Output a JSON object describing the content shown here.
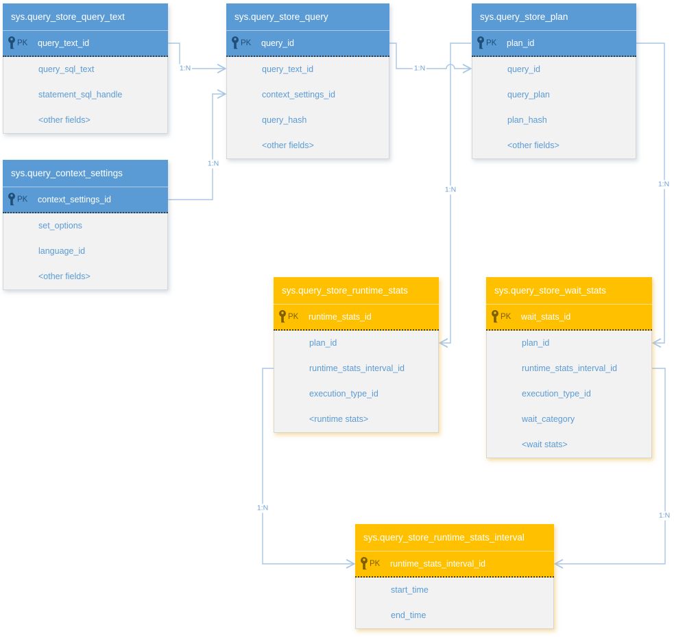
{
  "diagram": {
    "type": "entity-relationship",
    "subject": "SQL Server Query Store catalog views"
  },
  "colors": {
    "blue_header": "#5B9BD5",
    "orange_header": "#FFC000",
    "body_background": "#F2F2F2",
    "field_text": "#5B9BD5",
    "pk_text_on_blue": "#1F4E79",
    "pk_text_on_orange": "#7F6000",
    "connector_line": "#A8C6E6",
    "connector_label_text": "#6FA1D2"
  },
  "tables": [
    {
      "name": "sys.query_store_query_text",
      "theme": "blue",
      "pk_badge": "PK",
      "pk_field": "query_text_id",
      "fields": [
        "query_sql_text",
        "statement_sql_handle",
        "<other fields>"
      ]
    },
    {
      "name": "sys.query_store_query",
      "theme": "blue",
      "pk_badge": "PK",
      "pk_field": "query_id",
      "fields": [
        "query_text_id",
        "context_settings_id",
        "query_hash",
        "<other fields>"
      ]
    },
    {
      "name": "sys.query_store_plan",
      "theme": "blue",
      "pk_badge": "PK",
      "pk_field": "plan_id",
      "fields": [
        "query_id",
        "query_plan",
        "plan_hash",
        "<other fields>"
      ]
    },
    {
      "name": "sys.query_context_settings",
      "theme": "blue",
      "pk_badge": "PK",
      "pk_field": "context_settings_id",
      "fields": [
        "set_options",
        "language_id",
        "<other fields>"
      ]
    },
    {
      "name": "sys.query_store_runtime_stats",
      "theme": "orange",
      "pk_badge": "PK",
      "pk_field": "runtime_stats_id",
      "fields": [
        "plan_id",
        "runtime_stats_interval_id",
        "execution_type_id",
        "<runtime stats>"
      ]
    },
    {
      "name": "sys.query_store_wait_stats",
      "theme": "orange",
      "pk_badge": "PK",
      "pk_field": "wait_stats_id",
      "fields": [
        "plan_id",
        "runtime_stats_interval_id",
        "execution_type_id",
        "wait_category",
        "<wait stats>"
      ]
    },
    {
      "name": "sys.query_store_runtime_stats_interval",
      "theme": "orange",
      "pk_badge": "PK",
      "pk_field": "runtime_stats_interval_id",
      "fields": [
        "start_time",
        "end_time"
      ]
    }
  ],
  "connectors": [
    {
      "label": "1:N",
      "from": "sys.query_store_query_text.query_text_id",
      "to": "sys.query_store_query.query_text_id"
    },
    {
      "label": "1:N",
      "from": "sys.query_context_settings.context_settings_id",
      "to": "sys.query_store_query.context_settings_id"
    },
    {
      "label": "1:N",
      "from": "sys.query_store_query.query_id",
      "to": "sys.query_store_plan.query_id"
    },
    {
      "label": "1:N",
      "from": "sys.query_store_plan.plan_id",
      "to": "sys.query_store_runtime_stats.plan_id"
    },
    {
      "label": "1:N",
      "from": "sys.query_store_plan.plan_id",
      "to": "sys.query_store_wait_stats.plan_id"
    },
    {
      "label": "1:N",
      "from": "sys.query_store_runtime_stats.runtime_stats_interval_id",
      "to": "sys.query_store_runtime_stats_interval.runtime_stats_interval_id"
    },
    {
      "label": "1:N",
      "from": "sys.query_store_wait_stats.runtime_stats_interval_id",
      "to": "sys.query_store_runtime_stats_interval.runtime_stats_interval_id"
    }
  ]
}
